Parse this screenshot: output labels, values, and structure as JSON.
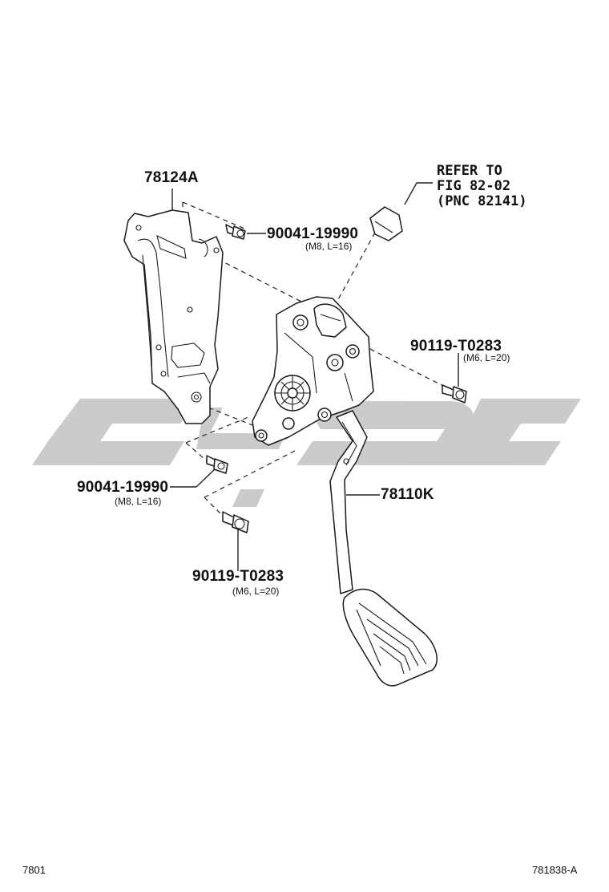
{
  "callouts": {
    "bracket": {
      "part_number": "78124A"
    },
    "pedal_assy": {
      "part_number": "78110K"
    },
    "bolt_upper_right": {
      "part_number": "90041-19990",
      "spec": "(M8, L=16)"
    },
    "bolt_right_lower": {
      "part_number": "90119-T0283",
      "spec": "(M6, L=20)"
    },
    "bolt_left": {
      "part_number": "90041-19990",
      "spec": "(M8, L=16)"
    },
    "bolt_bottom": {
      "part_number": "90119-T0283",
      "spec": "(M6, L=20)"
    },
    "connector_reference": {
      "line1": "REFER TO",
      "line2": "FIG 82-02",
      "line3": "(PNC 82141)"
    }
  },
  "footer": {
    "figure_number": "7801",
    "diagram_id": "781838-A"
  },
  "watermark": {
    "color": "#c8c8c8"
  }
}
